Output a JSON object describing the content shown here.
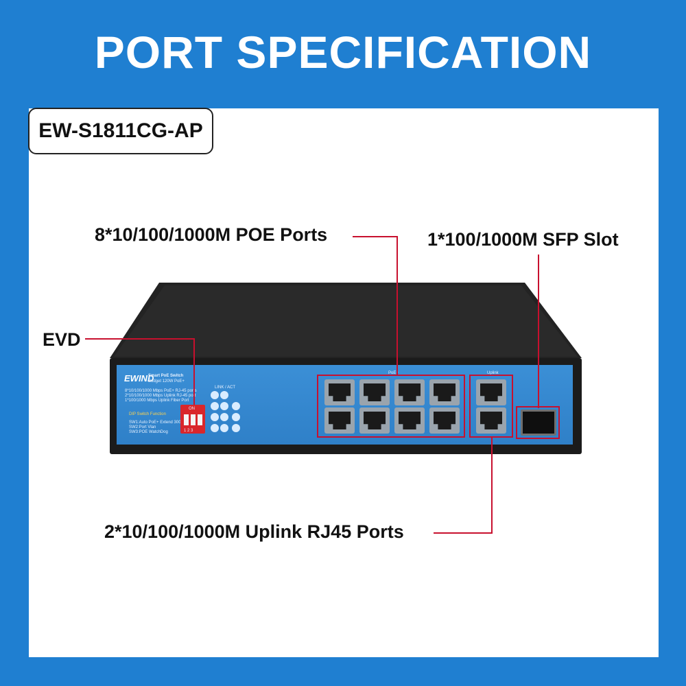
{
  "title": "PORT SPECIFICATION",
  "model": "EW-S1811CG-AP",
  "callouts": {
    "poe_ports": "8*10/100/1000M POE Ports",
    "sfp_slot": "1*100/1000M SFP Slot",
    "evd": "EVD",
    "uplink_ports": "2*10/100/1000M Uplink RJ45 Ports"
  },
  "device": {
    "brand": "EWIND",
    "name": "Smart PoE Switch",
    "budget": "Budget 120W PoE+",
    "spec_lines": [
      "8*10/100/1000 Mbps PoE+ RJ-45 ports",
      "2*10/100/1000 Mbps Uplink RJ-45 port",
      "1*100/1000 Mbps Uplink Fiber Port"
    ],
    "dip_title": "DIP Switch Function",
    "dip_lines": [
      "SW1:Auto PoE+ Extend 300m",
      "SW2:Port Vlan",
      "SW3:POE WatchDog"
    ],
    "dip_on": "ON",
    "dip_nums": "1 2 3",
    "led_label": "LINK / ACT",
    "poe_label": "PoE+",
    "uplink_label": "Uplink"
  },
  "colors": {
    "background": "#1f7fd1",
    "accent": "#c8102e",
    "face": "#2f80c8"
  }
}
